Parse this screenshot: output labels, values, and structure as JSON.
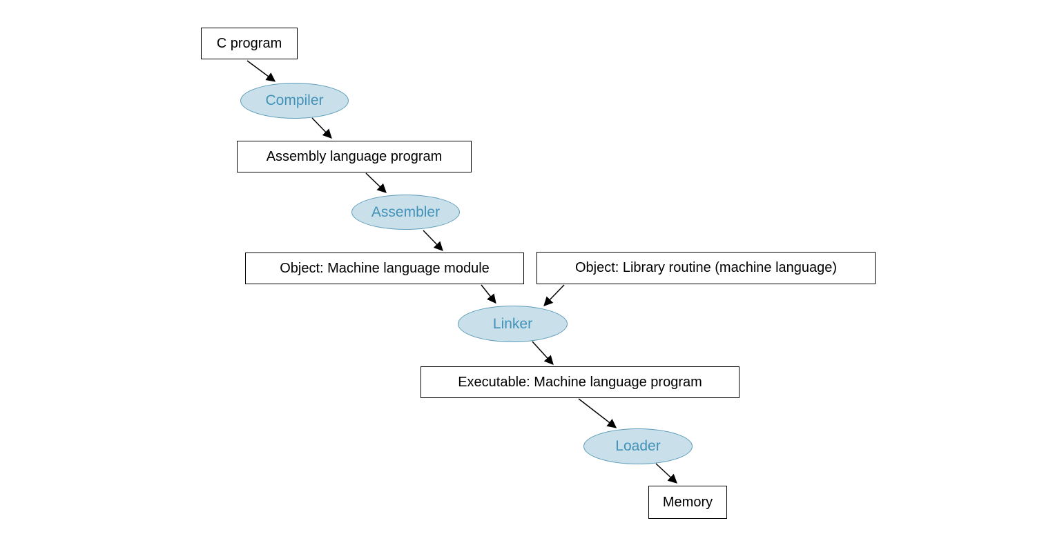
{
  "diagram": {
    "description": "Translation hierarchy flowchart from C program to memory",
    "nodes": {
      "c_program": {
        "label": "C program",
        "shape": "rectangle"
      },
      "compiler": {
        "label": "Compiler",
        "shape": "ellipse"
      },
      "assembly": {
        "label": "Assembly language program",
        "shape": "rectangle"
      },
      "assembler": {
        "label": "Assembler",
        "shape": "ellipse"
      },
      "object_module": {
        "label": "Object: Machine language module",
        "shape": "rectangle"
      },
      "object_library": {
        "label": "Object: Library routine (machine language)",
        "shape": "rectangle"
      },
      "linker": {
        "label": "Linker",
        "shape": "ellipse"
      },
      "executable": {
        "label": "Executable: Machine language program",
        "shape": "rectangle"
      },
      "loader": {
        "label": "Loader",
        "shape": "ellipse"
      },
      "memory": {
        "label": "Memory",
        "shape": "rectangle"
      }
    },
    "edges": [
      {
        "from": "c_program",
        "to": "compiler"
      },
      {
        "from": "compiler",
        "to": "assembly"
      },
      {
        "from": "assembly",
        "to": "assembler"
      },
      {
        "from": "assembler",
        "to": "object_module"
      },
      {
        "from": "object_module",
        "to": "linker"
      },
      {
        "from": "object_library",
        "to": "linker"
      },
      {
        "from": "linker",
        "to": "executable"
      },
      {
        "from": "executable",
        "to": "loader"
      },
      {
        "from": "loader",
        "to": "memory"
      }
    ],
    "colors": {
      "background": "#ffffff",
      "rect_fill": "#ffffff",
      "rect_border": "#000000",
      "rect_text": "#000000",
      "ellipse_fill": "#c9e0eb",
      "ellipse_border": "#5b9bb8",
      "ellipse_text": "#4292b8",
      "arrow": "#000000"
    }
  }
}
